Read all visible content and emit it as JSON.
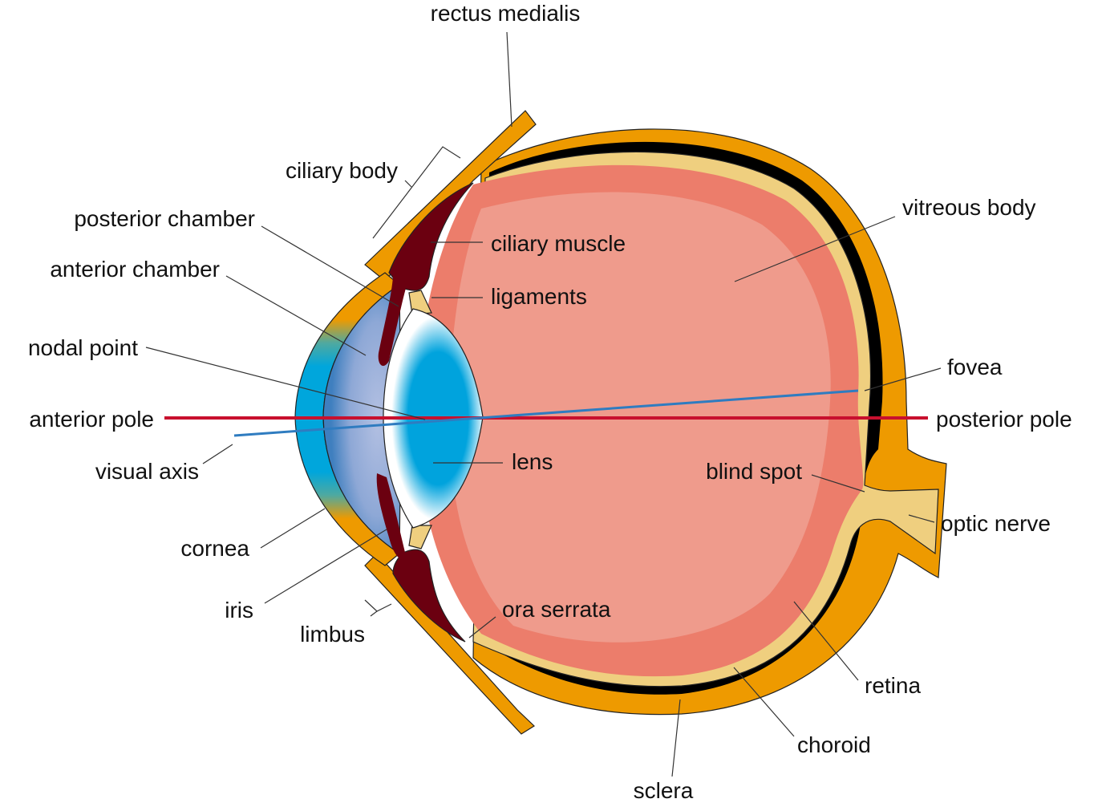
{
  "title": "Cross-section of the human eye",
  "colors": {
    "sclera": "#ee9a00",
    "choroid": "#000000",
    "retina": "#efcf7f",
    "vitreous_outer": "#ec7d6b",
    "vitreous_inner": "#ef9b8c",
    "ciliary_muscle": "#6b0010",
    "cornea": "#00a6dc",
    "anterior_chamber": "#4f8cc6",
    "lens_core": "#00a3dd",
    "anterior_pole_axis": "#c8102e",
    "visual_axis": "#2f7cc0"
  },
  "labels": {
    "rectus_medialis": "rectus medialis",
    "ciliary_body": "ciliary body",
    "posterior_chamber": "posterior chamber",
    "anterior_chamber": "anterior chamber",
    "nodal_point": "nodal point",
    "anterior_pole": "anterior pole",
    "visual_axis": "visual axis",
    "cornea": "cornea",
    "iris": "iris",
    "limbus": "limbus",
    "ciliary_muscle": "ciliary muscle",
    "ligaments": "ligaments",
    "lens": "lens",
    "ora_serrata": "ora serrata",
    "vitreous_body": "vitreous body",
    "fovea": "fovea",
    "posterior_pole": "posterior pole",
    "blind_spot": "blind spot",
    "optic_nerve": "optic nerve",
    "retina": "retina",
    "choroid": "choroid",
    "sclera": "sclera"
  }
}
